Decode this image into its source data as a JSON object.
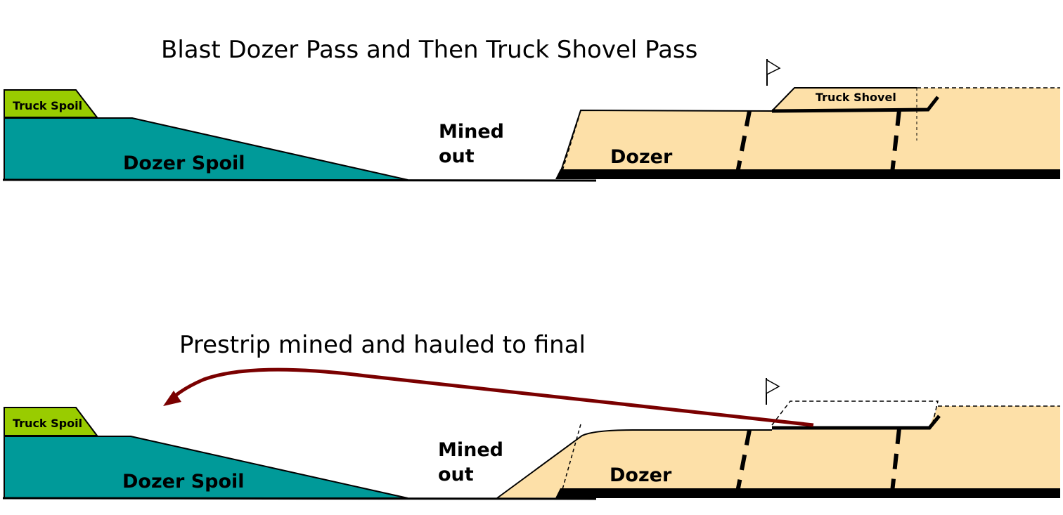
{
  "colors": {
    "dozer_spoil": "#009a99",
    "truck_spoil": "#99cc00",
    "overburden": "#fde0a8",
    "haul_arrow": "#7a0000",
    "ground": "#000000"
  },
  "top_panel": {
    "title": "Blast Dozer Pass and Then Truck Shovel Pass",
    "truck_spoil_label": "Truck Spoil",
    "dozer_spoil_label": "Dozer Spoil",
    "mined_out_line1": "Mined",
    "mined_out_line2": "out",
    "dozer_label": "Dozer",
    "truck_shovel_label": "Truck Shovel"
  },
  "bottom_panel": {
    "title": "Prestrip mined and hauled to final",
    "truck_spoil_label": "Truck Spoil",
    "dozer_spoil_label": "Dozer Spoil",
    "mined_out_line1": "Mined",
    "mined_out_line2": "out",
    "dozer_label": "Dozer"
  },
  "icons": {
    "flag": "flag-icon",
    "arrow": "haul-arrow"
  }
}
